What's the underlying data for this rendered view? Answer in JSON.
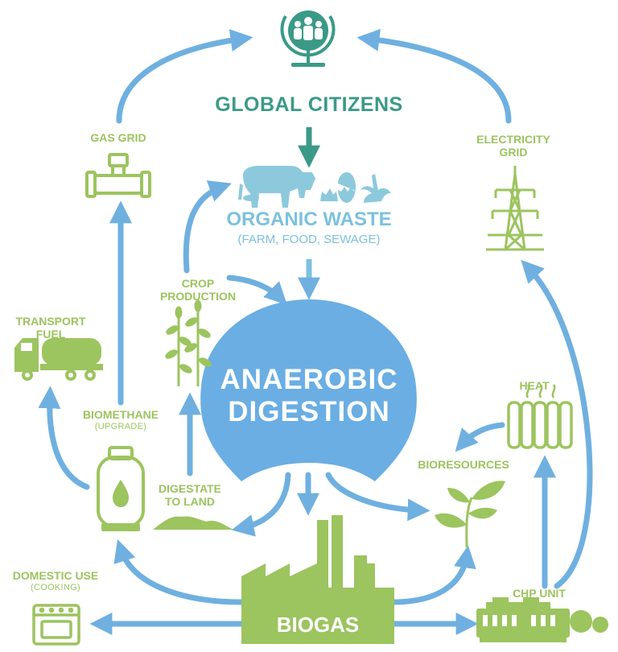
{
  "title": "GLOBAL CITIZENS",
  "center": {
    "line1": "ANAEROBIC",
    "line2": "DIGESTION"
  },
  "organic_waste": {
    "title": "ORGANIC WASTE",
    "subtitle": "(FARM, FOOD, SEWAGE)"
  },
  "nodes": {
    "gas_grid": "GAS GRID",
    "electricity_grid": {
      "line1": "ELECTRICITY",
      "line2": "GRID"
    },
    "crop_production": {
      "line1": "CROP",
      "line2": "PRODUCTION"
    },
    "transport_fuel": {
      "line1": "TRANSPORT",
      "line2": "FUEL"
    },
    "heat": "HEAT",
    "biomethane": {
      "title": "BIOMETHANE",
      "subtitle": "(UPGRADE)"
    },
    "bioresources": "BIORESOURCES",
    "digestate": {
      "line1": "DIGESTATE",
      "line2": "TO LAND"
    },
    "domestic_use": {
      "title": "DOMESTIC USE",
      "subtitle": "(COOKING)"
    },
    "biogas": "BIOGAS",
    "chp_unit": "CHP UNIT"
  },
  "colors": {
    "arrow_blue": "#6fb0e0",
    "digestion_blue": "#6aaee3",
    "green": "#9cc45f",
    "teal": "#3a9a87",
    "light_blue": "#7cc1dd"
  },
  "icons": [
    "globe-people-icon",
    "cow-icon",
    "eggshell-icon",
    "banana-peel-icon",
    "pipe-valve-icon",
    "pylon-icon",
    "plant-icon",
    "tanker-truck-icon",
    "radiator-icon",
    "gas-cylinder-icon",
    "sprout-icon",
    "soil-mound-icon",
    "stove-icon",
    "factory-icon",
    "generator-icon"
  ]
}
